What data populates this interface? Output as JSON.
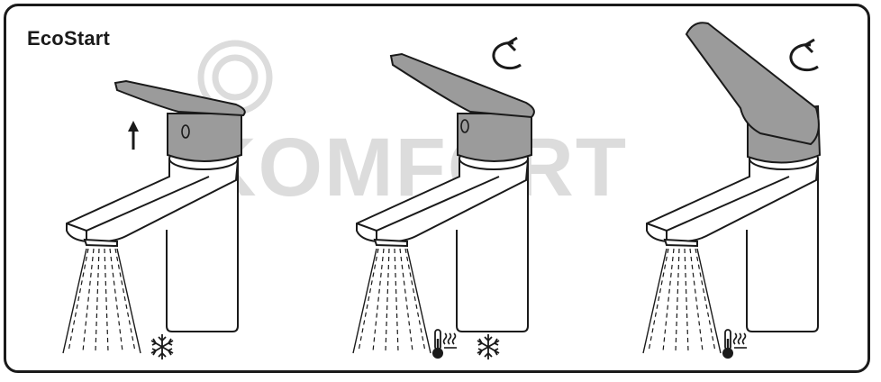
{
  "diagram": {
    "title": "EcoStart",
    "watermark": "KOMFORT",
    "colors": {
      "outline": "#1a1a1a",
      "lever_fill": "#9b9b9b",
      "background": "#ffffff",
      "watermark": "#dcdcdc"
    },
    "steps": [
      {
        "id": "lever-lift",
        "motion_icon": "arrow-up-icon",
        "temperature_icons": [
          "snowflake-icon"
        ]
      },
      {
        "id": "lever-rotate",
        "motion_icon": "rotate-arrow-icon",
        "temperature_icons": [
          "thermometer-hot-icon",
          "snowflake-icon"
        ]
      },
      {
        "id": "lever-raised-rotate",
        "motion_icon": "rotate-arrow-icon",
        "temperature_icons": [
          "thermometer-hot-icon"
        ]
      }
    ]
  }
}
